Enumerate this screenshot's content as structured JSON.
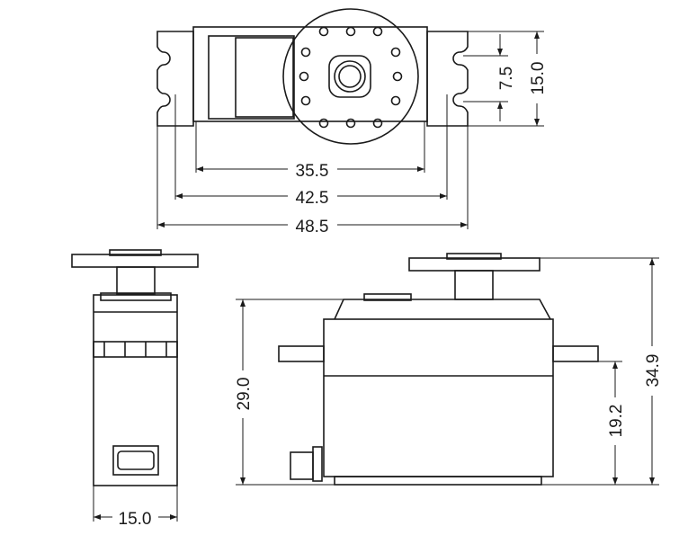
{
  "colors": {
    "ink": "#1a1a1a",
    "background": "#ffffff"
  },
  "dimensions": {
    "top_width_inner": "35.5",
    "top_width_holes": "42.5",
    "top_width_total": "48.5",
    "top_hole_spacing": "7.5",
    "top_depth": "15.0",
    "side_width": "15.0",
    "front_body_height": "29.0",
    "front_mount_height": "19.2",
    "front_total_height": "34.9"
  }
}
